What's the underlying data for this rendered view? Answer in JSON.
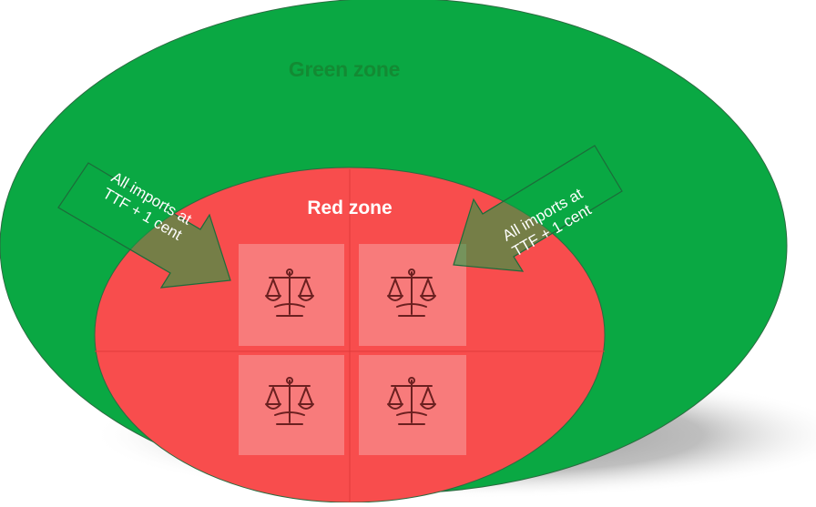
{
  "green_zone": {
    "label": "Green zone",
    "color": "#0aa843"
  },
  "red_zone": {
    "label": "Red zone",
    "color": "#f84d4d"
  },
  "arrows": [
    {
      "line1": "All imports at",
      "line2": "TTF + 1 cent",
      "direction": "into red zone from upper-left"
    },
    {
      "line1": "All imports at",
      "line2": "TTF + 1 cent",
      "direction": "into red zone from upper-right"
    }
  ],
  "icons": [
    "scales-icon",
    "scales-icon",
    "scales-icon",
    "scales-icon"
  ],
  "colors": {
    "shadow": "#9a9a9a",
    "outline": "#1d6b3a",
    "icon_stroke": "#6b2020"
  }
}
